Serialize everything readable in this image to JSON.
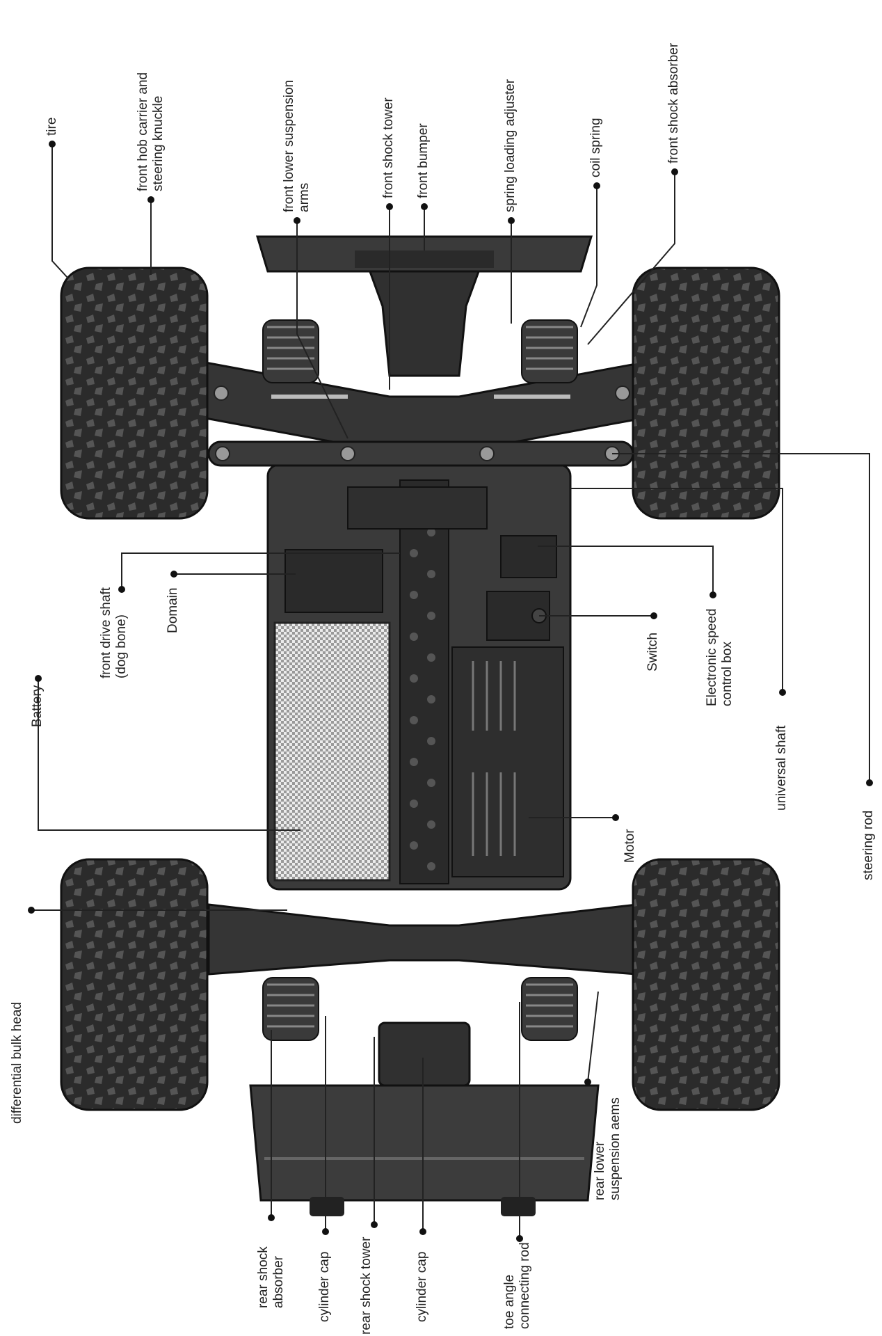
{
  "diagram": {
    "colors": {
      "chassis": "#3a3a3a",
      "chassis_dark": "#1f1f1f",
      "tire": "#2b2b2b",
      "line": "#222222",
      "battery": "#d9d9d9"
    },
    "labels": {
      "tire": "tire",
      "front_hub_carrier": "front hob carrier and\nsteering knuckle",
      "front_lower_arms": "front lower suspension\narms",
      "front_shock_tower": "front shock tower",
      "front_bumper": "front bumper",
      "spring_loading_adjuster": "spring loading adjuster",
      "coil_spring": "coil spring",
      "front_shock_absorber": "front shock absorber",
      "front_drive_shaft": "front drive shaft\n(dog bone)",
      "domain": "Domain",
      "battery": "Battery",
      "esc_box": "Electronic speed\ncontrol box",
      "switch": "Switch",
      "universal_shaft": "universal shaft",
      "steering_rod": "steering rod",
      "motor": "Motor",
      "differential_bulk_head": "differential bulk head",
      "rear_shock_absorber": "rear shock\nabsorber",
      "cylinder_cap_1": "cylinder cap",
      "rear_shock_tower": "rear shock tower",
      "cylinder_cap_2": "cylinder cap",
      "toe_angle_rod": "toe angle\nconnecting rod",
      "rear_lower_arms": "rear lower\nsuspension aems"
    }
  }
}
